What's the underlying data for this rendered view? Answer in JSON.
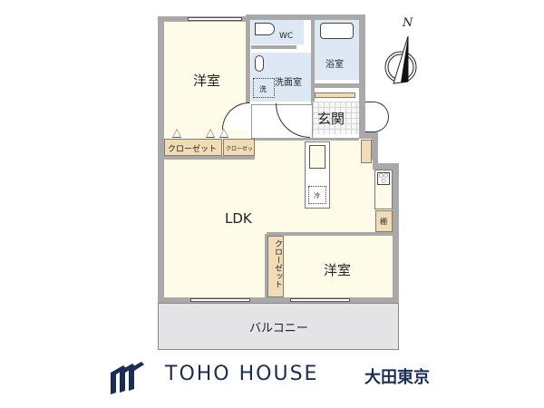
{
  "floor_plan": {
    "rooms": {
      "western_room_top": "洋室",
      "wc": "WC",
      "washroom": "洗面室",
      "washer": "洗",
      "bathroom": "浴室",
      "entrance": "玄関",
      "closet_1": "クローゼット",
      "closet_2": "クローゼット",
      "ldk": "LDK",
      "fridge": "冷",
      "shelf": "棚",
      "closet_vertical": "クローゼット",
      "western_room_bottom": "洋室",
      "balcony": "バルコニー"
    },
    "compass": {
      "label": "N"
    }
  },
  "branding": {
    "company": "TOHO HOUSE",
    "branch": "大田東京",
    "brand_color": "#1b2d55"
  },
  "colors": {
    "wall": "#a9a9a9",
    "room_yellow": "#fefce8",
    "room_blue": "#dce9f5",
    "closet": "#f1dcb8",
    "balcony": "#e4e4e6"
  }
}
